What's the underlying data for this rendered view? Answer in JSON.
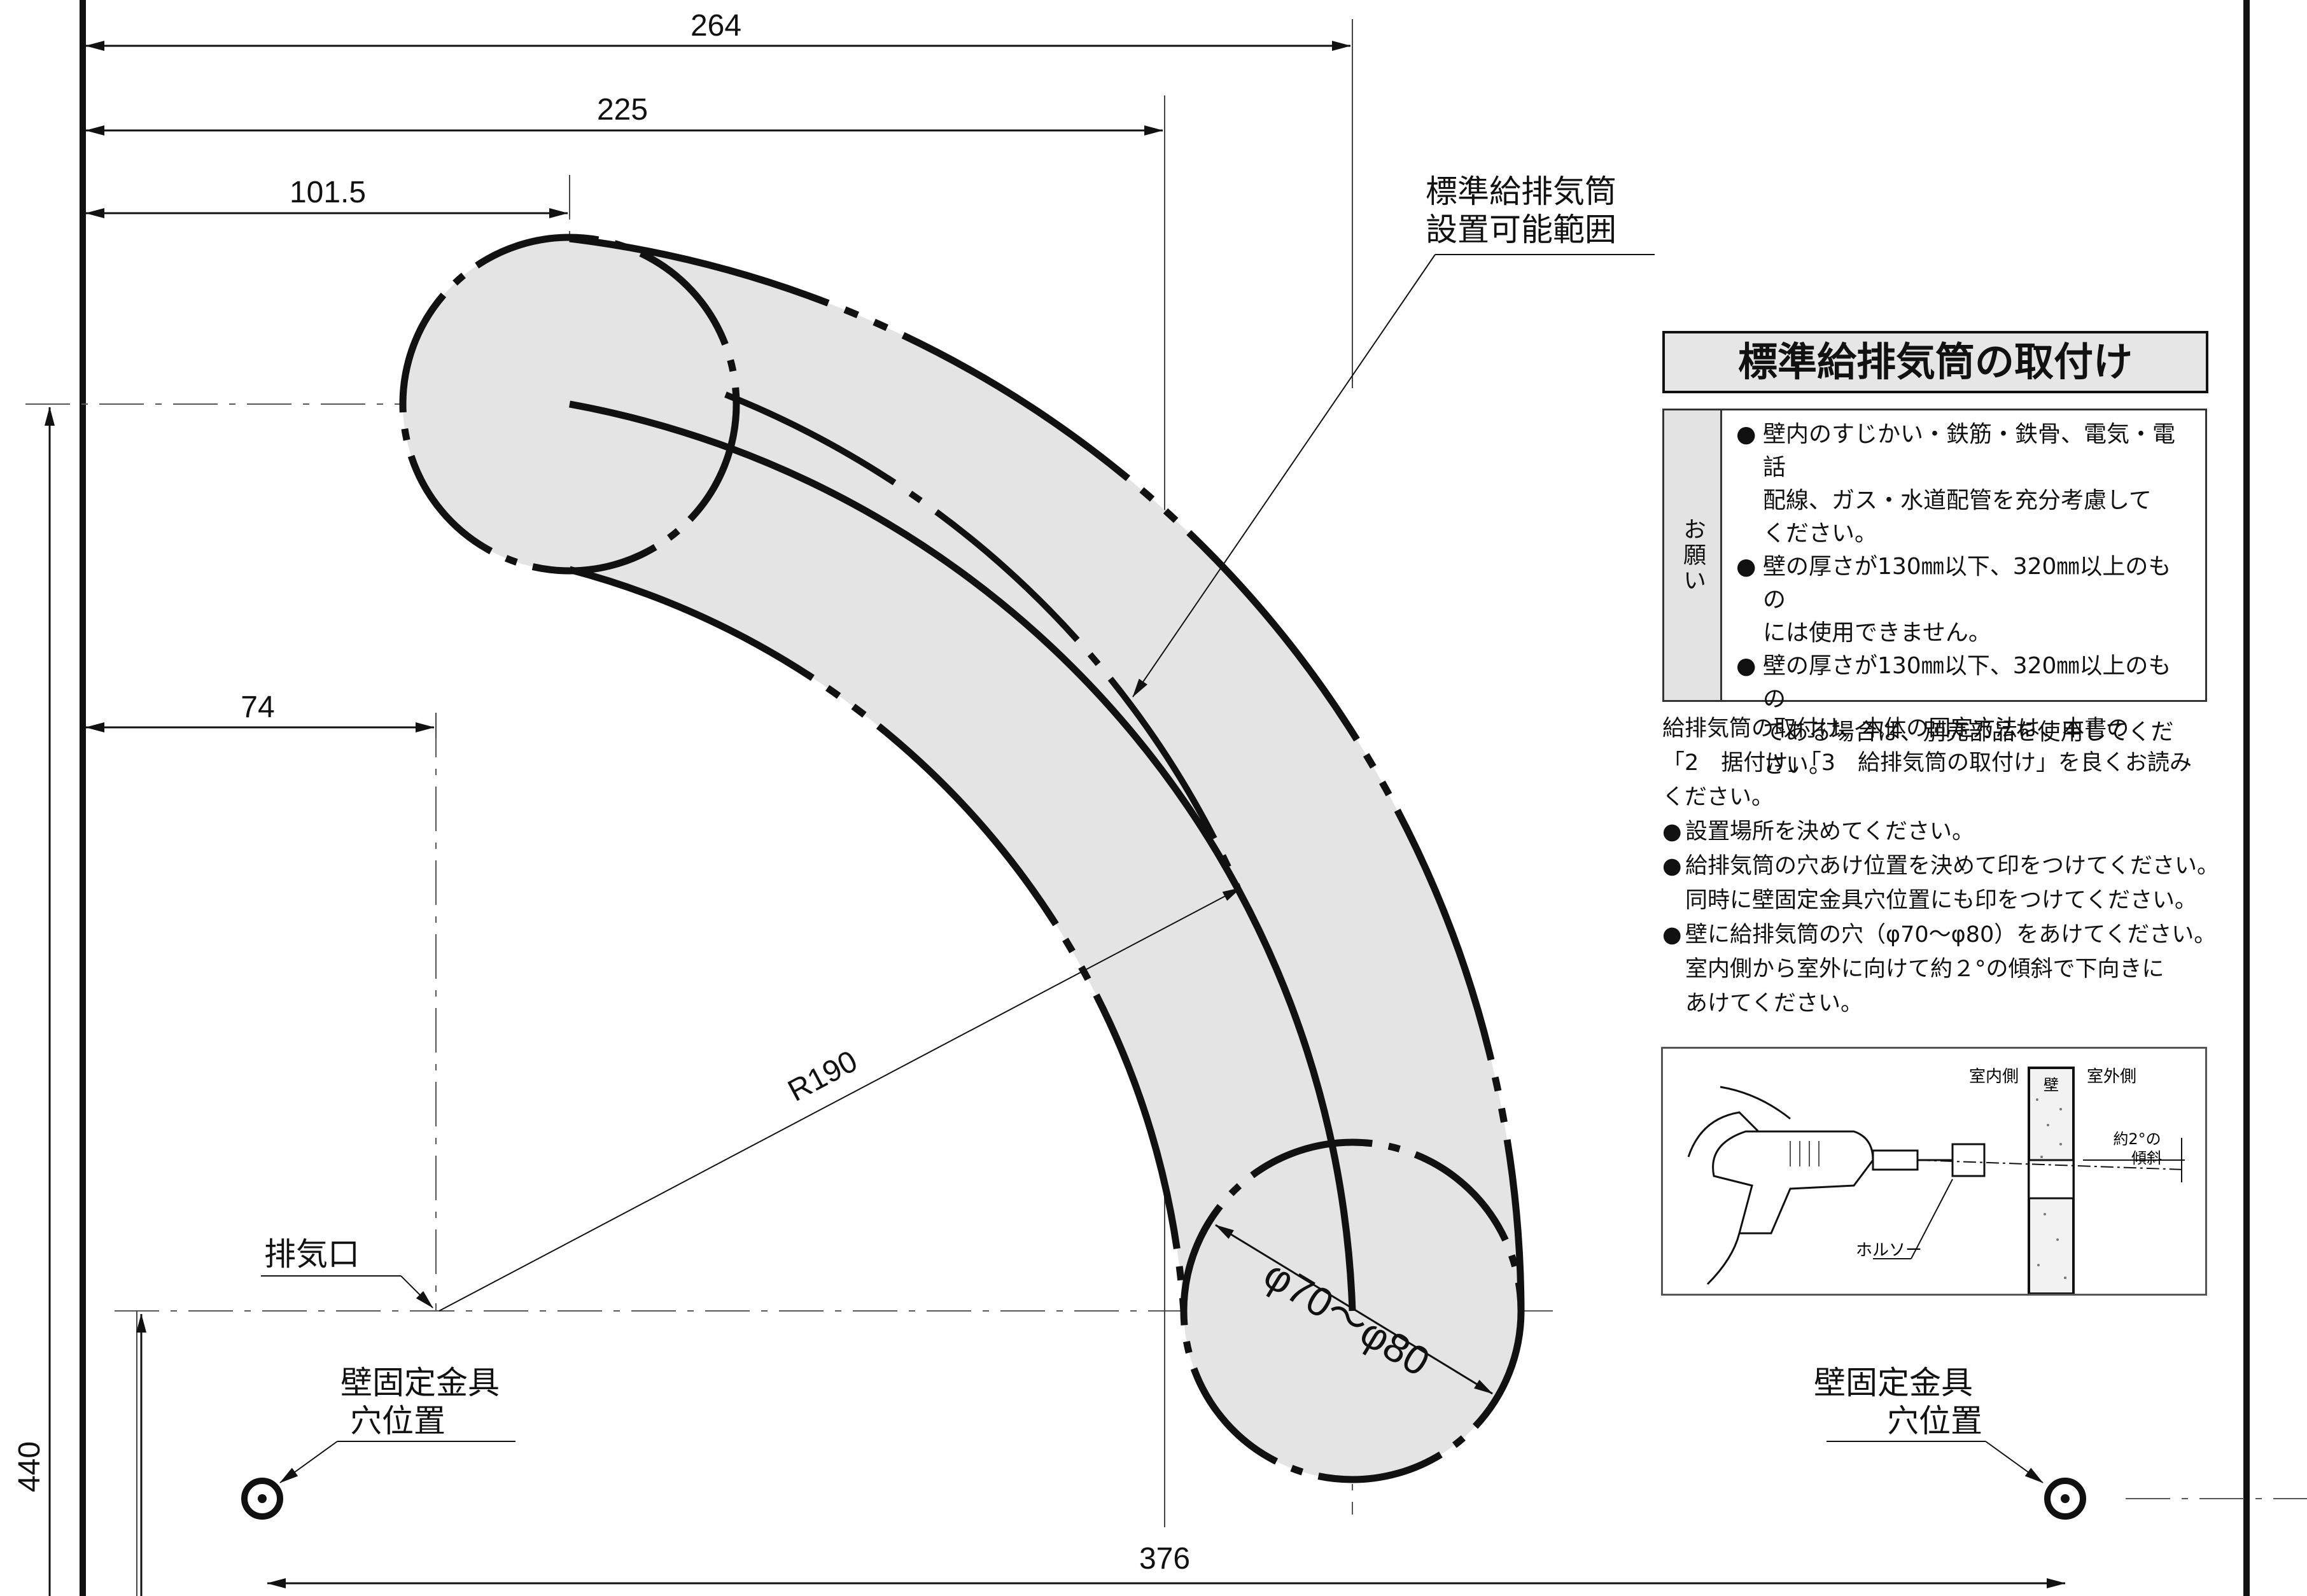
{
  "dimensions": {
    "d264": "264",
    "d225": "225",
    "d101": "101.5",
    "d74": "74",
    "d440": "440",
    "d376": "376",
    "radius": "R190",
    "diameter": "φ70〜φ80"
  },
  "labels": {
    "range_line1": "標準給排気筒",
    "range_line2": "設置可能範囲",
    "exhaust": "排気口",
    "bracket_left_1": "壁固定金具",
    "bracket_left_2": "穴位置",
    "bracket_right_1": "壁固定金具",
    "bracket_right_2": "穴位置"
  },
  "panel": {
    "title": "標準給排気筒の取付け",
    "request_label": "お願い",
    "bullet": "●",
    "notes": [
      [
        "壁内のすじかい・鉄筋・鉄骨、電気・電話",
        "配線、ガス・水道配管を充分考慮して",
        "ください。"
      ],
      [
        "壁の厚さが130㎜以下、320㎜以上のもの",
        "には使用できません。"
      ],
      [
        "壁の厚さが130㎜以下、320㎜以上のもの",
        "である場合は、別売部品を使用してくだ",
        "さい。"
      ]
    ],
    "intro": [
      "給排気筒の取付け、本体の固定方法は、本書の",
      "「2　据付け」「3　給排気筒の取付け」を良くお読み",
      "ください。"
    ],
    "steps": [
      [
        "設置場所を決めてください。"
      ],
      [
        "給排気筒の穴あけ位置を決めて印をつけてください。",
        "同時に壁固定金具穴位置にも印をつけてください。"
      ],
      [
        "壁に給排気筒の穴（φ70〜φ80）をあけてください。",
        "室内側から室外に向けて約２°の傾斜で下向きに",
        "あけてください。"
      ]
    ]
  },
  "figure": {
    "indoor": "室内側",
    "wall": "壁",
    "outdoor": "室外側",
    "slope_1": "約2°の",
    "slope_2": "傾斜",
    "holesaw": "ホルソー"
  }
}
